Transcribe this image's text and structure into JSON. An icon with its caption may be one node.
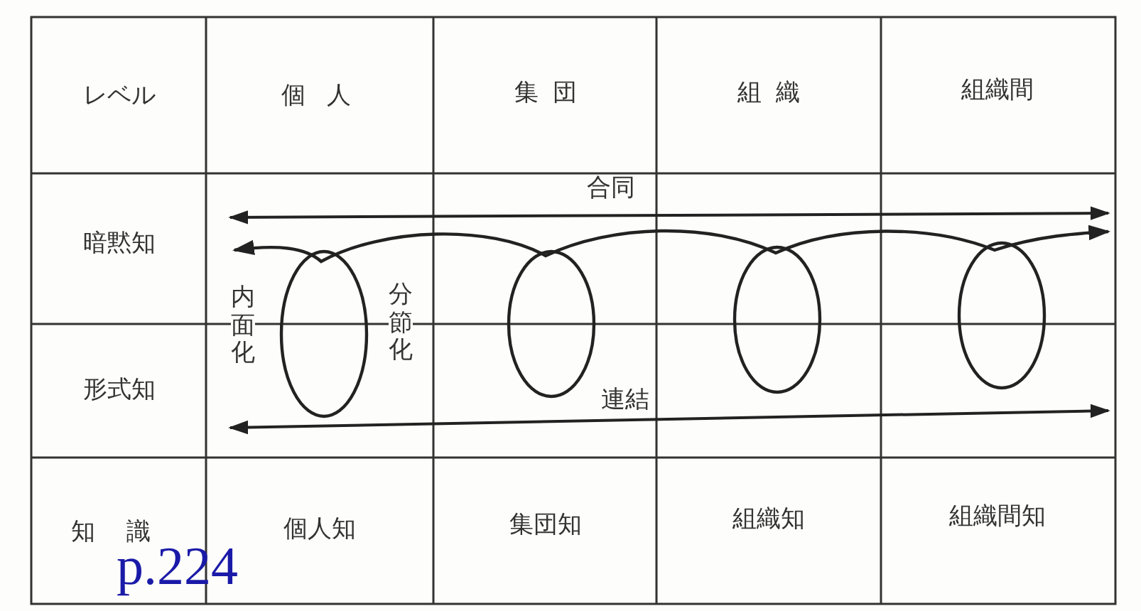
{
  "diagram": {
    "labels": [
      "レベル",
      "個人",
      "集団",
      "組織",
      "組織間",
      "暗黙知",
      "合同",
      "内面化",
      "分節化",
      "形式知",
      "連結",
      "知識",
      "個人知",
      "集団知",
      "組織知",
      "組織間知",
      "p.224"
    ]
  }
}
